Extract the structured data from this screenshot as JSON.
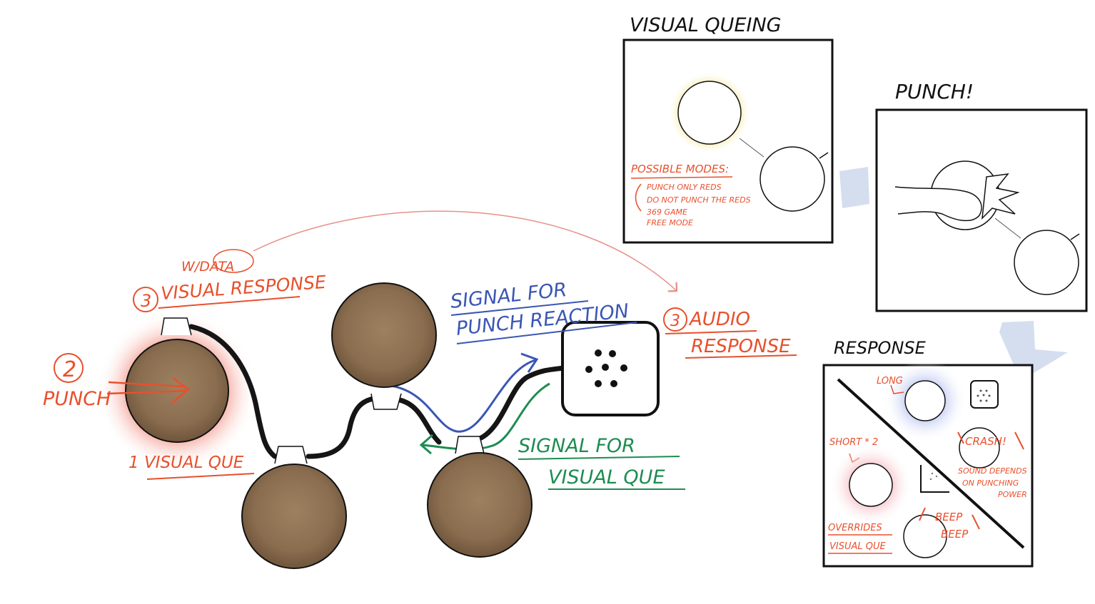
{
  "main_diagram": {
    "step2_number": "2",
    "step2_label": "PUNCH",
    "step3a_prefix": "3",
    "step3a_label": "VISUAL RESPONSE",
    "with_data": "W/DATA",
    "step1_label": "1 VISUAL QUE",
    "step3b_prefix": "3",
    "step3b_label_line1": "AUDIO",
    "step3b_label_line2": "RESPONSE",
    "signal_punch_line1": "SIGNAL FOR",
    "signal_punch_line2": "PUNCH REACTION",
    "signal_visual_line1": "SIGNAL FOR",
    "signal_visual_line2": "VISUAL QUE"
  },
  "panel_visual_queing": {
    "title": "VISUAL QUEING",
    "modes_heading": "POSSIBLE MODES:",
    "modes": [
      "PUNCH ONLY REDS",
      "DO NOT PUNCH THE REDS",
      "369 GAME",
      "FREE MODE"
    ]
  },
  "panel_punch": {
    "title": "PUNCH!"
  },
  "panel_response": {
    "title": "RESPONSE",
    "long": "LONG",
    "short": "SHORT * 2",
    "crash": "CRASH!",
    "sound_note_line1": "SOUND DEPENDS",
    "sound_note_line2": "ON PUNCHING",
    "sound_note_line3": "POWER",
    "beep1": "BEEP",
    "beep2": "BEEP",
    "overrides_line1": "OVERRIDES",
    "overrides_line2": "VISUAL QUE"
  },
  "colors": {
    "annotation_red": "#e8502c",
    "signal_blue": "#3a56b4",
    "signal_green": "#1e8c52",
    "pad_brown": "#8f7355",
    "arrow_pale_blue": "#d5deef"
  }
}
